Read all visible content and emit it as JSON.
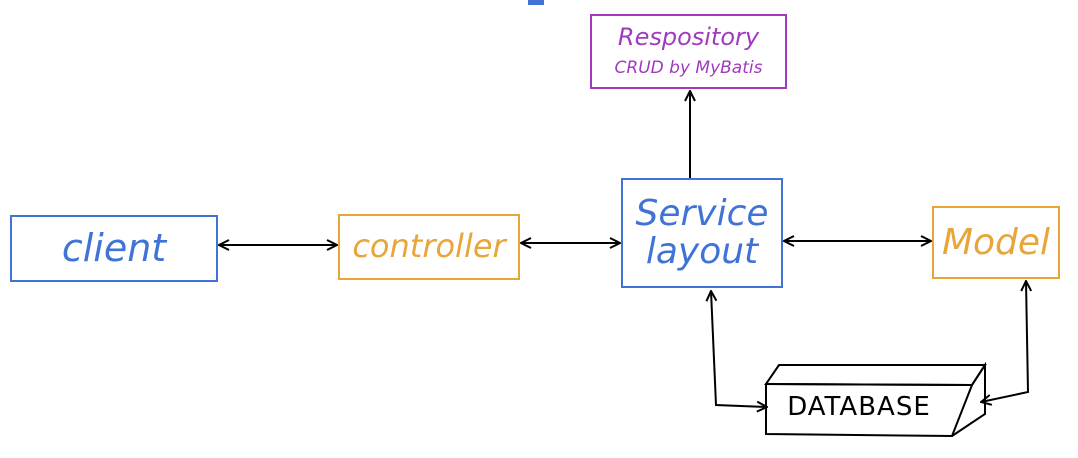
{
  "nodes": {
    "client": {
      "label": "client"
    },
    "controller": {
      "label": "controller"
    },
    "service": {
      "line1": "Service",
      "line2": "layout"
    },
    "model": {
      "label": "Model"
    },
    "repository": {
      "line1": "Respository",
      "line2": "CRUD by MyBatis"
    },
    "database": {
      "label": "DATABASE"
    }
  },
  "colors": {
    "blue": "#3f74d6",
    "orange": "#e8a53a",
    "purple": "#a23ac0",
    "line": "#000000"
  }
}
